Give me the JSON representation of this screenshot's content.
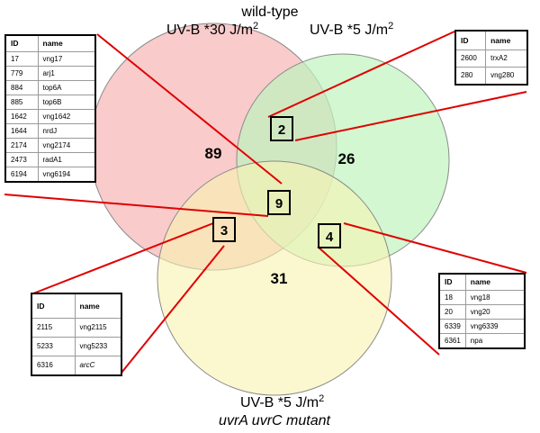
{
  "header": {
    "title": "wild-type"
  },
  "sets": [
    {
      "label_base": "UV-B *30 J/m",
      "label_sup": "2",
      "color": "#f7b9b9"
    },
    {
      "label_base": "UV-B *5 J/m",
      "label_sup": "2",
      "color": "#bff3bd"
    },
    {
      "label_base": "UV-B *5 J/m",
      "label_sup": "2",
      "label_line2": "uvrA uvrC mutant",
      "color": "#f9f3b0"
    }
  ],
  "regions": {
    "a_only": "89",
    "b_only": "26",
    "c_only": "31",
    "ab": "2",
    "abc": "9",
    "ac": "3",
    "bc": "4"
  },
  "connector_color": "#e00000",
  "tables": {
    "abc": {
      "headers": [
        "ID",
        "name"
      ],
      "rows": [
        [
          "17",
          "vng17"
        ],
        [
          "779",
          "arj1"
        ],
        [
          "884",
          "top6A"
        ],
        [
          "885",
          "top6B"
        ],
        [
          "1642",
          "vng1642"
        ],
        [
          "1644",
          "nrdJ"
        ],
        [
          "2174",
          "vng2174"
        ],
        [
          "2473",
          "radA1"
        ],
        [
          "6194",
          "vng6194"
        ]
      ]
    },
    "ab": {
      "headers": [
        "ID",
        "name"
      ],
      "rows": [
        [
          "2600",
          "trxA2"
        ],
        [
          "280",
          "vng280"
        ]
      ]
    },
    "ac": {
      "headers": [
        "ID",
        "name"
      ],
      "rows": [
        [
          "2115",
          "vng2115"
        ],
        [
          "5233",
          "vng5233"
        ],
        [
          "6316",
          "arcC"
        ]
      ]
    },
    "bc": {
      "headers": [
        "ID",
        "name"
      ],
      "rows": [
        [
          "18",
          "vng18"
        ],
        [
          "20",
          "vng20"
        ],
        [
          "6339",
          "vng6339"
        ],
        [
          "6361",
          "npa"
        ]
      ]
    }
  }
}
